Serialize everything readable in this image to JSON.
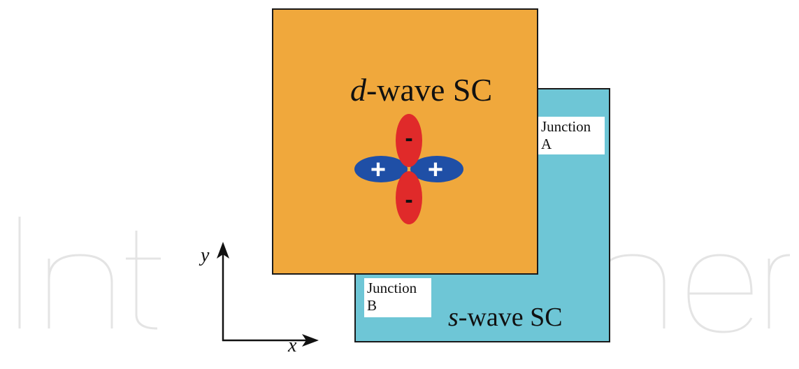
{
  "diagram": {
    "d_wave": {
      "title_italic": "d",
      "title_rest": "-wave SC",
      "color": "#f0a83c",
      "lobes": {
        "top_sign": "-",
        "bottom_sign": "-",
        "left_sign": "+",
        "right_sign": "+",
        "negative_color": "#e02a2a",
        "positive_color": "#1f4fa6"
      }
    },
    "s_wave": {
      "title_italic": "s",
      "title_rest": "-wave SC",
      "color": "#6ec6d6"
    },
    "junction_a": {
      "line1": "Junction",
      "line2": "A"
    },
    "junction_b": {
      "line1": "Junction",
      "line2": "B"
    },
    "axes": {
      "x_label": "x",
      "y_label": "y"
    },
    "watermark_color": "#e8e8e8"
  }
}
